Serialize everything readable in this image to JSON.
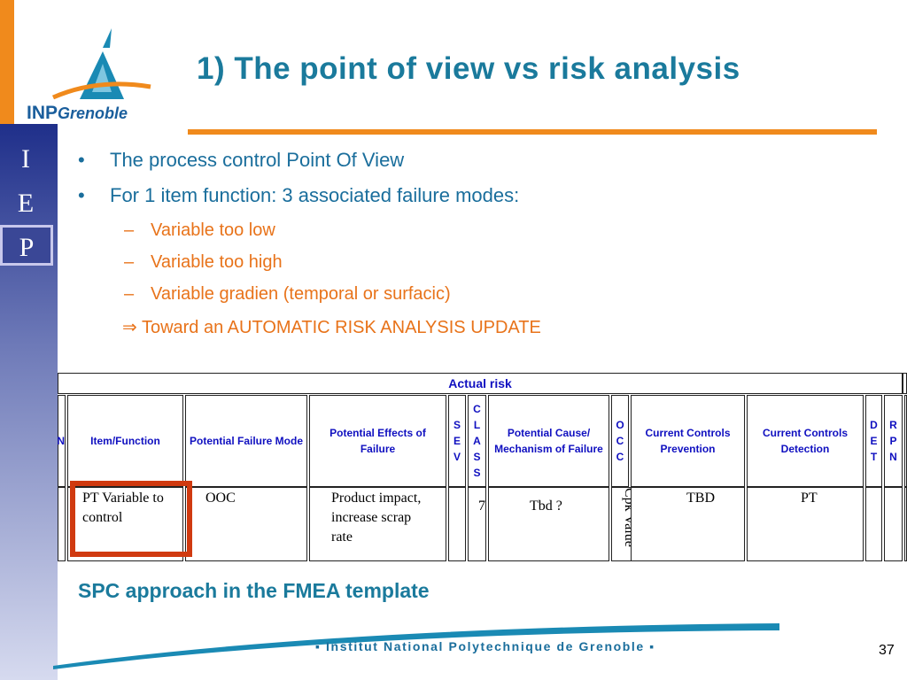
{
  "sidebar": {
    "letters": [
      "I",
      "E",
      "P"
    ]
  },
  "logo": {
    "text_inp": "INP",
    "text_grenoble": "Grenoble"
  },
  "title": "1) The point of view vs risk analysis",
  "bullets": [
    "The process control Point Of View",
    "For 1 item function: 3 associated failure modes:"
  ],
  "sub_bullets": [
    "Variable too low",
    "Variable too high",
    "Variable gradien (temporal or surfacic)"
  ],
  "toward": "⇒ Toward an AUTOMATIC RISK ANALYSIS UPDATE",
  "table": {
    "banner": "Actual risk",
    "headers": {
      "cut": "N",
      "item": "Item/Function",
      "mode": "Potential Failure Mode",
      "effects": "Potential Effects of Failure",
      "sev": "S E V",
      "class": "C L A S S",
      "cause": "Potential Cause/ Mechanism of Failure",
      "occ": "O C C",
      "prevention": "Current Controls Prevention",
      "detection": "Current Controls Detection",
      "det": "D E T",
      "rpn": "R P N"
    },
    "row": {
      "item": "PT Variable to control",
      "mode": "OOC",
      "effects": "Product impact, increase scrap rate",
      "class": "7",
      "cause": "Tbd ?",
      "occ": "Cpk Value",
      "prevention": "TBD",
      "detection": "PT"
    }
  },
  "subtitle": "SPC approach in the FMEA template",
  "footer": "▪ Institut National Polytechnique de Grenoble ▪",
  "page_number": "37",
  "colors": {
    "accent_orange": "#f08a1c",
    "title_teal": "#1a7a9c",
    "header_blue": "#1010c0",
    "highlight_red": "#d03a10",
    "sidebar_navy": "#1f2f8a"
  }
}
